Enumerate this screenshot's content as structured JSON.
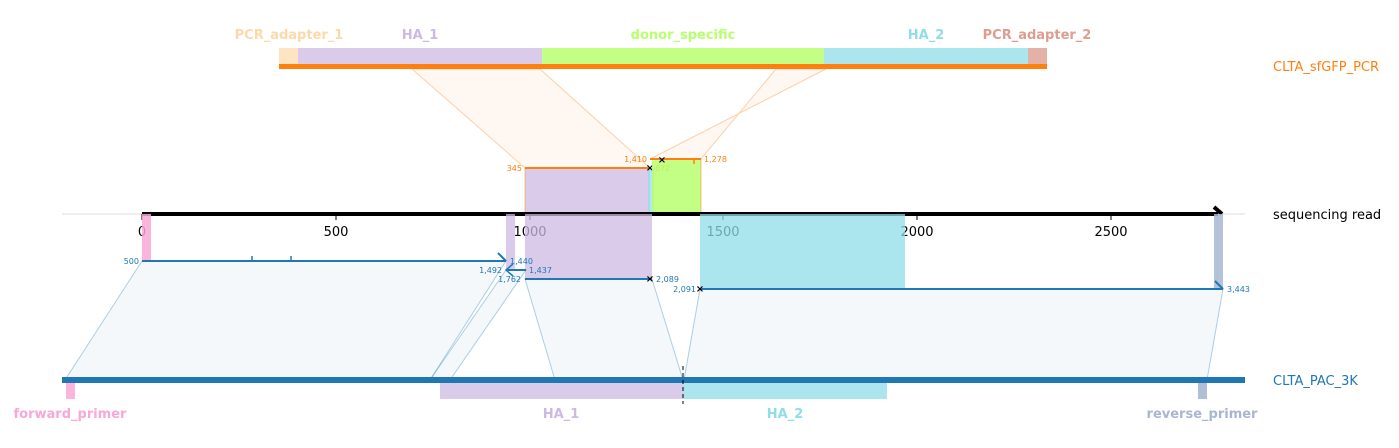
{
  "colors": {
    "donor": "#ff7f0e",
    "target": "#1f77b4",
    "read": "#000000",
    "pcr_adapter_1": "#fdd9a9",
    "ha_1": "#cdb9e4",
    "donor_specific": "#b8ff6e",
    "ha_2": "#8fdde9",
    "pcr_adapter_2": "#dc9e8e",
    "forward_primer": "#f8a8d6",
    "reverse_primer": "#a7b7d3"
  },
  "sequences": {
    "donor": "CLTA_sfGFP_PCR",
    "read": "sequencing read",
    "target": "CLTA_PAC_3K"
  },
  "donor_features": [
    "PCR_adapter_1",
    "HA_1",
    "donor_specific",
    "HA_2",
    "PCR_adapter_2"
  ],
  "target_features": [
    "forward_primer",
    "HA_1",
    "HA_2",
    "reverse_primer"
  ],
  "read_axis": {
    "ticks": [
      "0",
      "500",
      "1000",
      "1500",
      "2000",
      "2500"
    ]
  },
  "donor_alignments": [
    {
      "start": "345",
      "end": "672"
    },
    {
      "start": "1,410",
      "end": "1,278"
    }
  ],
  "target_alignments": [
    {
      "start": "500",
      "end": "1,440"
    },
    {
      "start": "1,492",
      "end": "1,437"
    },
    {
      "start": "1,762",
      "end": "2,089"
    },
    {
      "start": "2,091",
      "end": "3,443"
    }
  ]
}
